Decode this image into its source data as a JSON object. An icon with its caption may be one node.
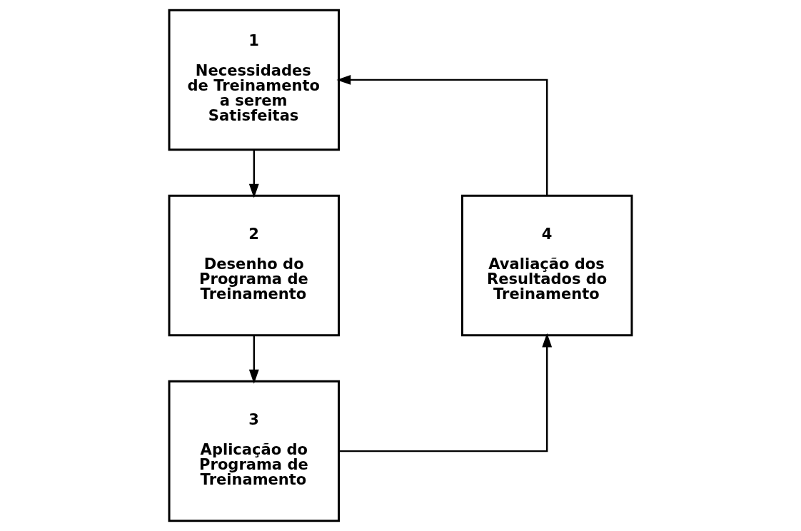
{
  "diagram": {
    "nodes": [
      {
        "text": [
          "1",
          "Necessidades de Treinamento a serem Satisfeitas"
        ]
      },
      {
        "text": [
          "2",
          "Desenho do Programa de Treinamento"
        ]
      },
      {
        "text": [
          "3",
          "Aplicação do Programa de Treinamento"
        ]
      },
      {
        "text": [
          "4",
          "Avaliação dos Resultados do Treinamento"
        ]
      }
    ],
    "edges": [
      {
        "from": 0,
        "to": 1,
        "arrow": "to"
      },
      {
        "from": 1,
        "to": 2,
        "arrow": "to"
      },
      {
        "from": 2,
        "to": 3,
        "arrow": "to"
      },
      {
        "from": 3,
        "to": 0,
        "arrow": "to"
      }
    ]
  }
}
